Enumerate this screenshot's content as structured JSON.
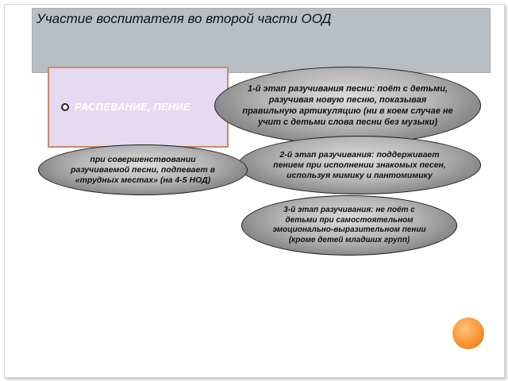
{
  "slide": {
    "title": "Участие воспитателя во второй части ООД",
    "left_box": {
      "text": "РАСПЕВАНИЕ, ПЕНИЕ"
    },
    "ovals": {
      "stage1": "1-й этап разучивания песни: поёт с детьми, разучивая новую песню, показывая правильную артикуляцию (ни в коем случае не учит с детьми слова песни без музыки)",
      "stage2": "2-й этап разучивания: поддерживает пением при исполнении знакомых песен, используя мимику и пантомимику",
      "stage3": "3-й этап разучивания: не поёт с детьми при самостоятельном эмоционально-выразительном пении (кроме детей младших групп)",
      "improvement": "при совершенствовании разучиваемой песни, подпевает в «трудных местах» (на 4-5 НОД)"
    },
    "colors": {
      "title_bar": "#b7bec4",
      "left_box_fill": "#e6d9f2",
      "left_box_border": "#c98a6a",
      "oval_fill": "#b4b4b4",
      "accent_dot": "#f79533"
    },
    "icons": {
      "bullet": "hollow-circle-bullet-icon",
      "decoration": "orange-dot-icon"
    }
  }
}
